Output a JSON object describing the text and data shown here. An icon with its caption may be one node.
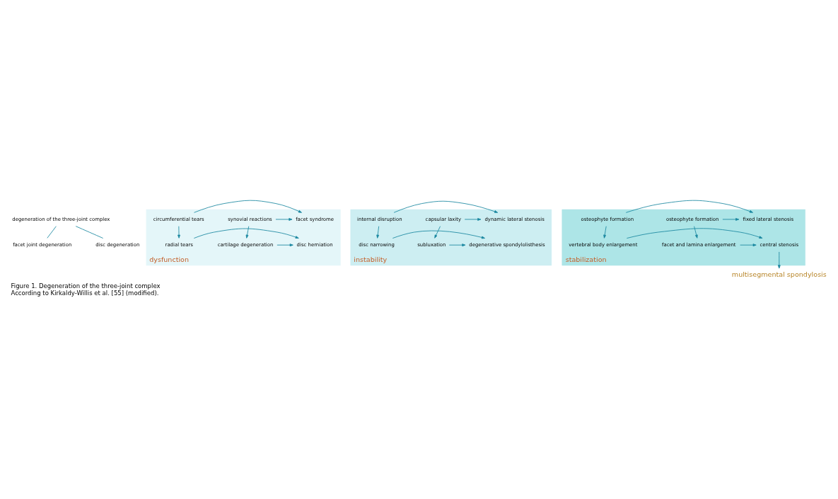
{
  "diagram": {
    "title": "Figure 1. Degeneration of the three-joint complex",
    "caption": "According to Kirkaldy-Willis et al. [55] (modified).",
    "nodes": [
      {
        "text": [
          "degeneration of the three-joint complex"
        ]
      },
      {
        "text": [
          "facet joint degeneration"
        ]
      },
      {
        "text": [
          "disc degeneration"
        ]
      },
      {
        "text": [
          "dysfunction"
        ]
      },
      {
        "text": [
          "synovial reactions"
        ],
        "in": 3
      },
      {
        "text": [
          "facet syndrome"
        ],
        "in": 3
      },
      {
        "text": [
          "circumferential tears"
        ],
        "in": 3
      },
      {
        "text": [
          "cartilage degeneration"
        ],
        "in": 3
      },
      {
        "text": [
          "disc herniation"
        ],
        "in": 3
      },
      {
        "text": [
          "radial tears"
        ],
        "in": 3
      },
      {
        "text": [
          "instability"
        ]
      },
      {
        "text": [
          "capsular laxity"
        ],
        "in": 10
      },
      {
        "text": [
          "dynamic lateral stenosis"
        ],
        "in": 10
      },
      {
        "text": [
          "internal disruption"
        ],
        "in": 10
      },
      {
        "text": [
          "subluxation"
        ],
        "in": 10
      },
      {
        "text": [
          "degenerative spondylolisthesis"
        ],
        "in": 10
      },
      {
        "text": [
          "disc narrowing"
        ],
        "in": 10
      },
      {
        "text": [
          "stabilization"
        ]
      },
      {
        "text": [
          "osteophyte formation"
        ],
        "in": 17
      },
      {
        "text": [
          "fixed lateral stenosis"
        ],
        "in": 17
      },
      {
        "text": [
          "osteophyte formation"
        ],
        "in": 17
      },
      {
        "text": [
          "facet and lamina enlargement"
        ],
        "in": 17
      },
      {
        "text": [
          "central stenosis"
        ],
        "in": 17
      },
      {
        "text": [
          "vertebral body enlargement"
        ],
        "in": 17
      },
      {
        "text": [
          "multisegmental spondylosis"
        ]
      }
    ],
    "edges": [
      {
        "from": 0,
        "to": 1,
        "arrow": "none"
      },
      {
        "from": 0,
        "to": 2,
        "arrow": "none"
      },
      {
        "from": 4,
        "to": 5,
        "arrow": "to"
      },
      {
        "from": 6,
        "to": 5,
        "arrow": "to"
      },
      {
        "from": 4,
        "to": 7,
        "arrow": "to"
      },
      {
        "from": 6,
        "to": 9,
        "arrow": "to"
      },
      {
        "from": 7,
        "to": 8,
        "arrow": "to"
      },
      {
        "from": 9,
        "to": 8,
        "arrow": "to"
      },
      {
        "from": 11,
        "to": 12,
        "arrow": "to"
      },
      {
        "from": 13,
        "to": 12,
        "arrow": "to"
      },
      {
        "from": 11,
        "to": 14,
        "arrow": "to"
      },
      {
        "from": 13,
        "to": 16,
        "arrow": "to"
      },
      {
        "from": 14,
        "to": 15,
        "arrow": "to"
      },
      {
        "from": 16,
        "to": 15,
        "arrow": "to"
      },
      {
        "from": 18,
        "to": 19,
        "arrow": "to"
      },
      {
        "from": 20,
        "to": 19,
        "arrow": "to"
      },
      {
        "from": 18,
        "to": 21,
        "arrow": "to"
      },
      {
        "from": 20,
        "to": 23,
        "arrow": "to"
      },
      {
        "from": 21,
        "to": 22,
        "arrow": "to"
      },
      {
        "from": 23,
        "to": 22,
        "arrow": "to"
      },
      {
        "from": 22,
        "to": 24,
        "arrow": "to"
      }
    ]
  }
}
